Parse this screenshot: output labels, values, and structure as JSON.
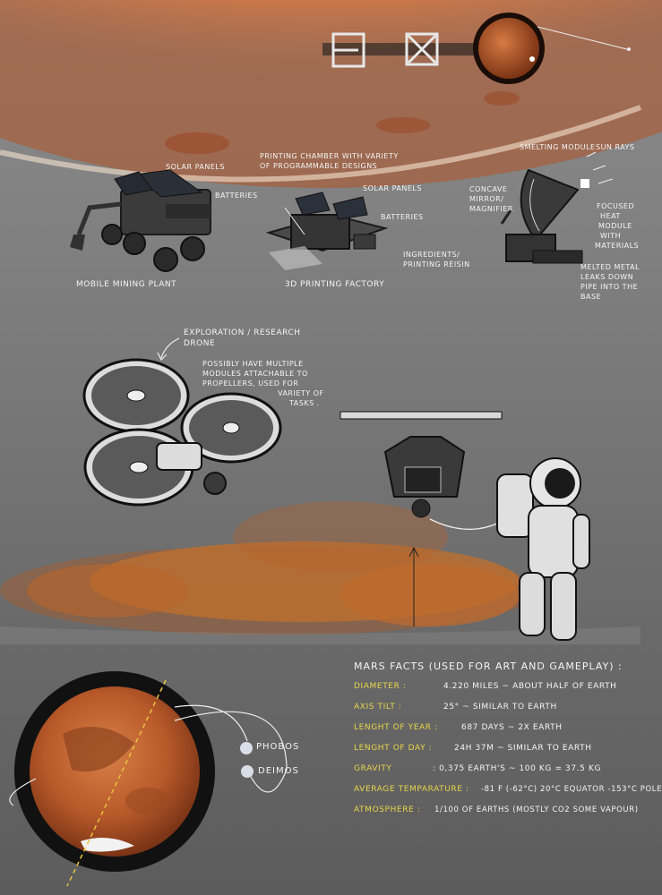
{
  "labels": {
    "solar_panels_1": "SOLAR PANELS",
    "batteries_1": "BATTERIES",
    "mobile_mining_plant": "MOBILE   MINING PLANT",
    "printing_chamber_line1": "PRINTING CHAMBER WITH VARIETY",
    "printing_chamber_line2": "OF PROGRAMMABLE DESIGNS",
    "solar_panels_2": "SOLAR PANELS",
    "batteries_2": "BATTERIES",
    "ingredients_line1": "INGREDIENTS/",
    "ingredients_line2": "PRINTING REISIN",
    "printing_factory": "3D PRINTING FACTORY",
    "smelting_module": "SMELTING MODULE",
    "sun_rays": "SUN RAYS",
    "concave_line1": "CONCAVE",
    "concave_line2": "MIRROR/",
    "concave_line3": "MAGNIFIER",
    "focused_line1": "FOCUSED",
    "focused_line2": "HEAT",
    "focused_line3": "MODULE",
    "focused_line4": "WITH",
    "focused_line5": "MATERIALS",
    "melted_line1": "MELTED METAL",
    "melted_line2": "LEAKS DOWN",
    "melted_line3": "PIPE INTO THE",
    "melted_line4": "BASE",
    "drone_line1": "EXPLORATION / RESEARCH",
    "drone_line2": "DRONE",
    "modules_line1": "POSSIBLY HAVE MULTIPLE",
    "modules_line2": "MODULES ATTACHABLE TO",
    "modules_line3": "PROPELLERS, USED FOR",
    "modules_line4": "VARIETY OF",
    "modules_line5": "TASKS ."
  },
  "facts": {
    "title": "MARS FACTS (USED FOR ART AND GAMEPLAY) :",
    "rows": [
      {
        "label": "DIAMETER :",
        "value": "4.220 MILES   ~ ABOUT HALF OF EARTH"
      },
      {
        "label": "AXIS TILT :",
        "value": "25°            ~ SIMILAR TO EARTH"
      },
      {
        "label": "LENGHT OF YEAR :",
        "value": "687 DAYS   ~ 2X EARTH"
      },
      {
        "label": "LENGHT OF DAY :",
        "value": "24h 37m   ~ SIMILAR TO EARTH"
      },
      {
        "label": "GRAVITY",
        "value": ":   0,375 EARTH's ~ 100 kg = 37.5 kg"
      },
      {
        "label": "AVERAGE TEMPARATURE :",
        "value": "-81 F  (-62°C) 20°C EQUATOR -153°C POLE"
      },
      {
        "label": "ATMOSPHERE :",
        "value": "1/100 OF EARTHS (MOSTLY CO2 SOME VAPOUR)"
      }
    ]
  },
  "moons": {
    "phobos": "PHOBOS",
    "deimos": "DEIMOS"
  },
  "colors": {
    "mars": "#c8612d",
    "fact_label": "#e9d64a",
    "dust": "#c0702e"
  }
}
